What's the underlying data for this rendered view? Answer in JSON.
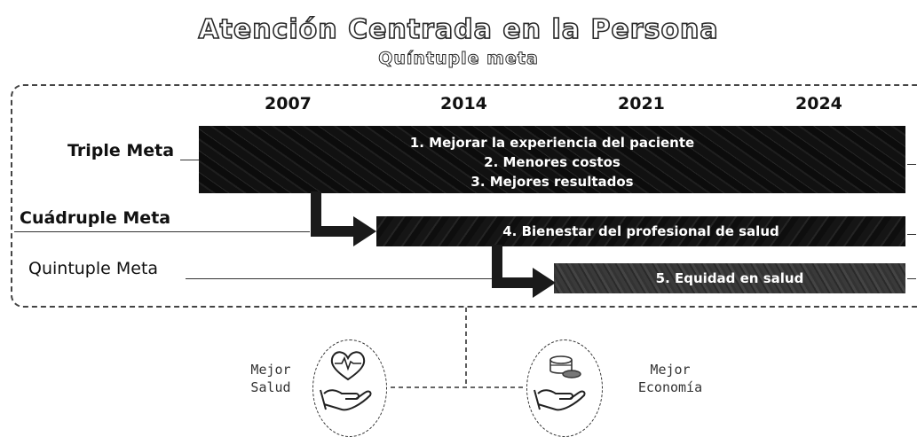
{
  "title": "Atención Centrada en la Persona",
  "subtitle": "Quíntuple meta",
  "years": [
    "2007",
    "2014",
    "2021",
    "2024"
  ],
  "rows": [
    {
      "label": "Triple Meta",
      "goals": [
        "1. Mejorar la experiencia del paciente",
        "2. Menores costos",
        "3. Mejores resultados"
      ]
    },
    {
      "label": "Cuádruple Meta",
      "goals": [
        "4. Bienestar del profesional de salud"
      ]
    },
    {
      "label": "Quintuple Meta",
      "goals": [
        "5. Equidad en salud"
      ]
    }
  ],
  "benefits": {
    "health": {
      "line1": "Mejor",
      "line2": "Salud",
      "icon": "heart-in-hand-icon"
    },
    "economy": {
      "line1": "Mejor",
      "line2": "Economía",
      "icon": "coins-in-hand-icon"
    }
  },
  "colors": {
    "bar": "#141414",
    "bar_equity": "#3a3a3a",
    "text": "#1a1a1a"
  }
}
